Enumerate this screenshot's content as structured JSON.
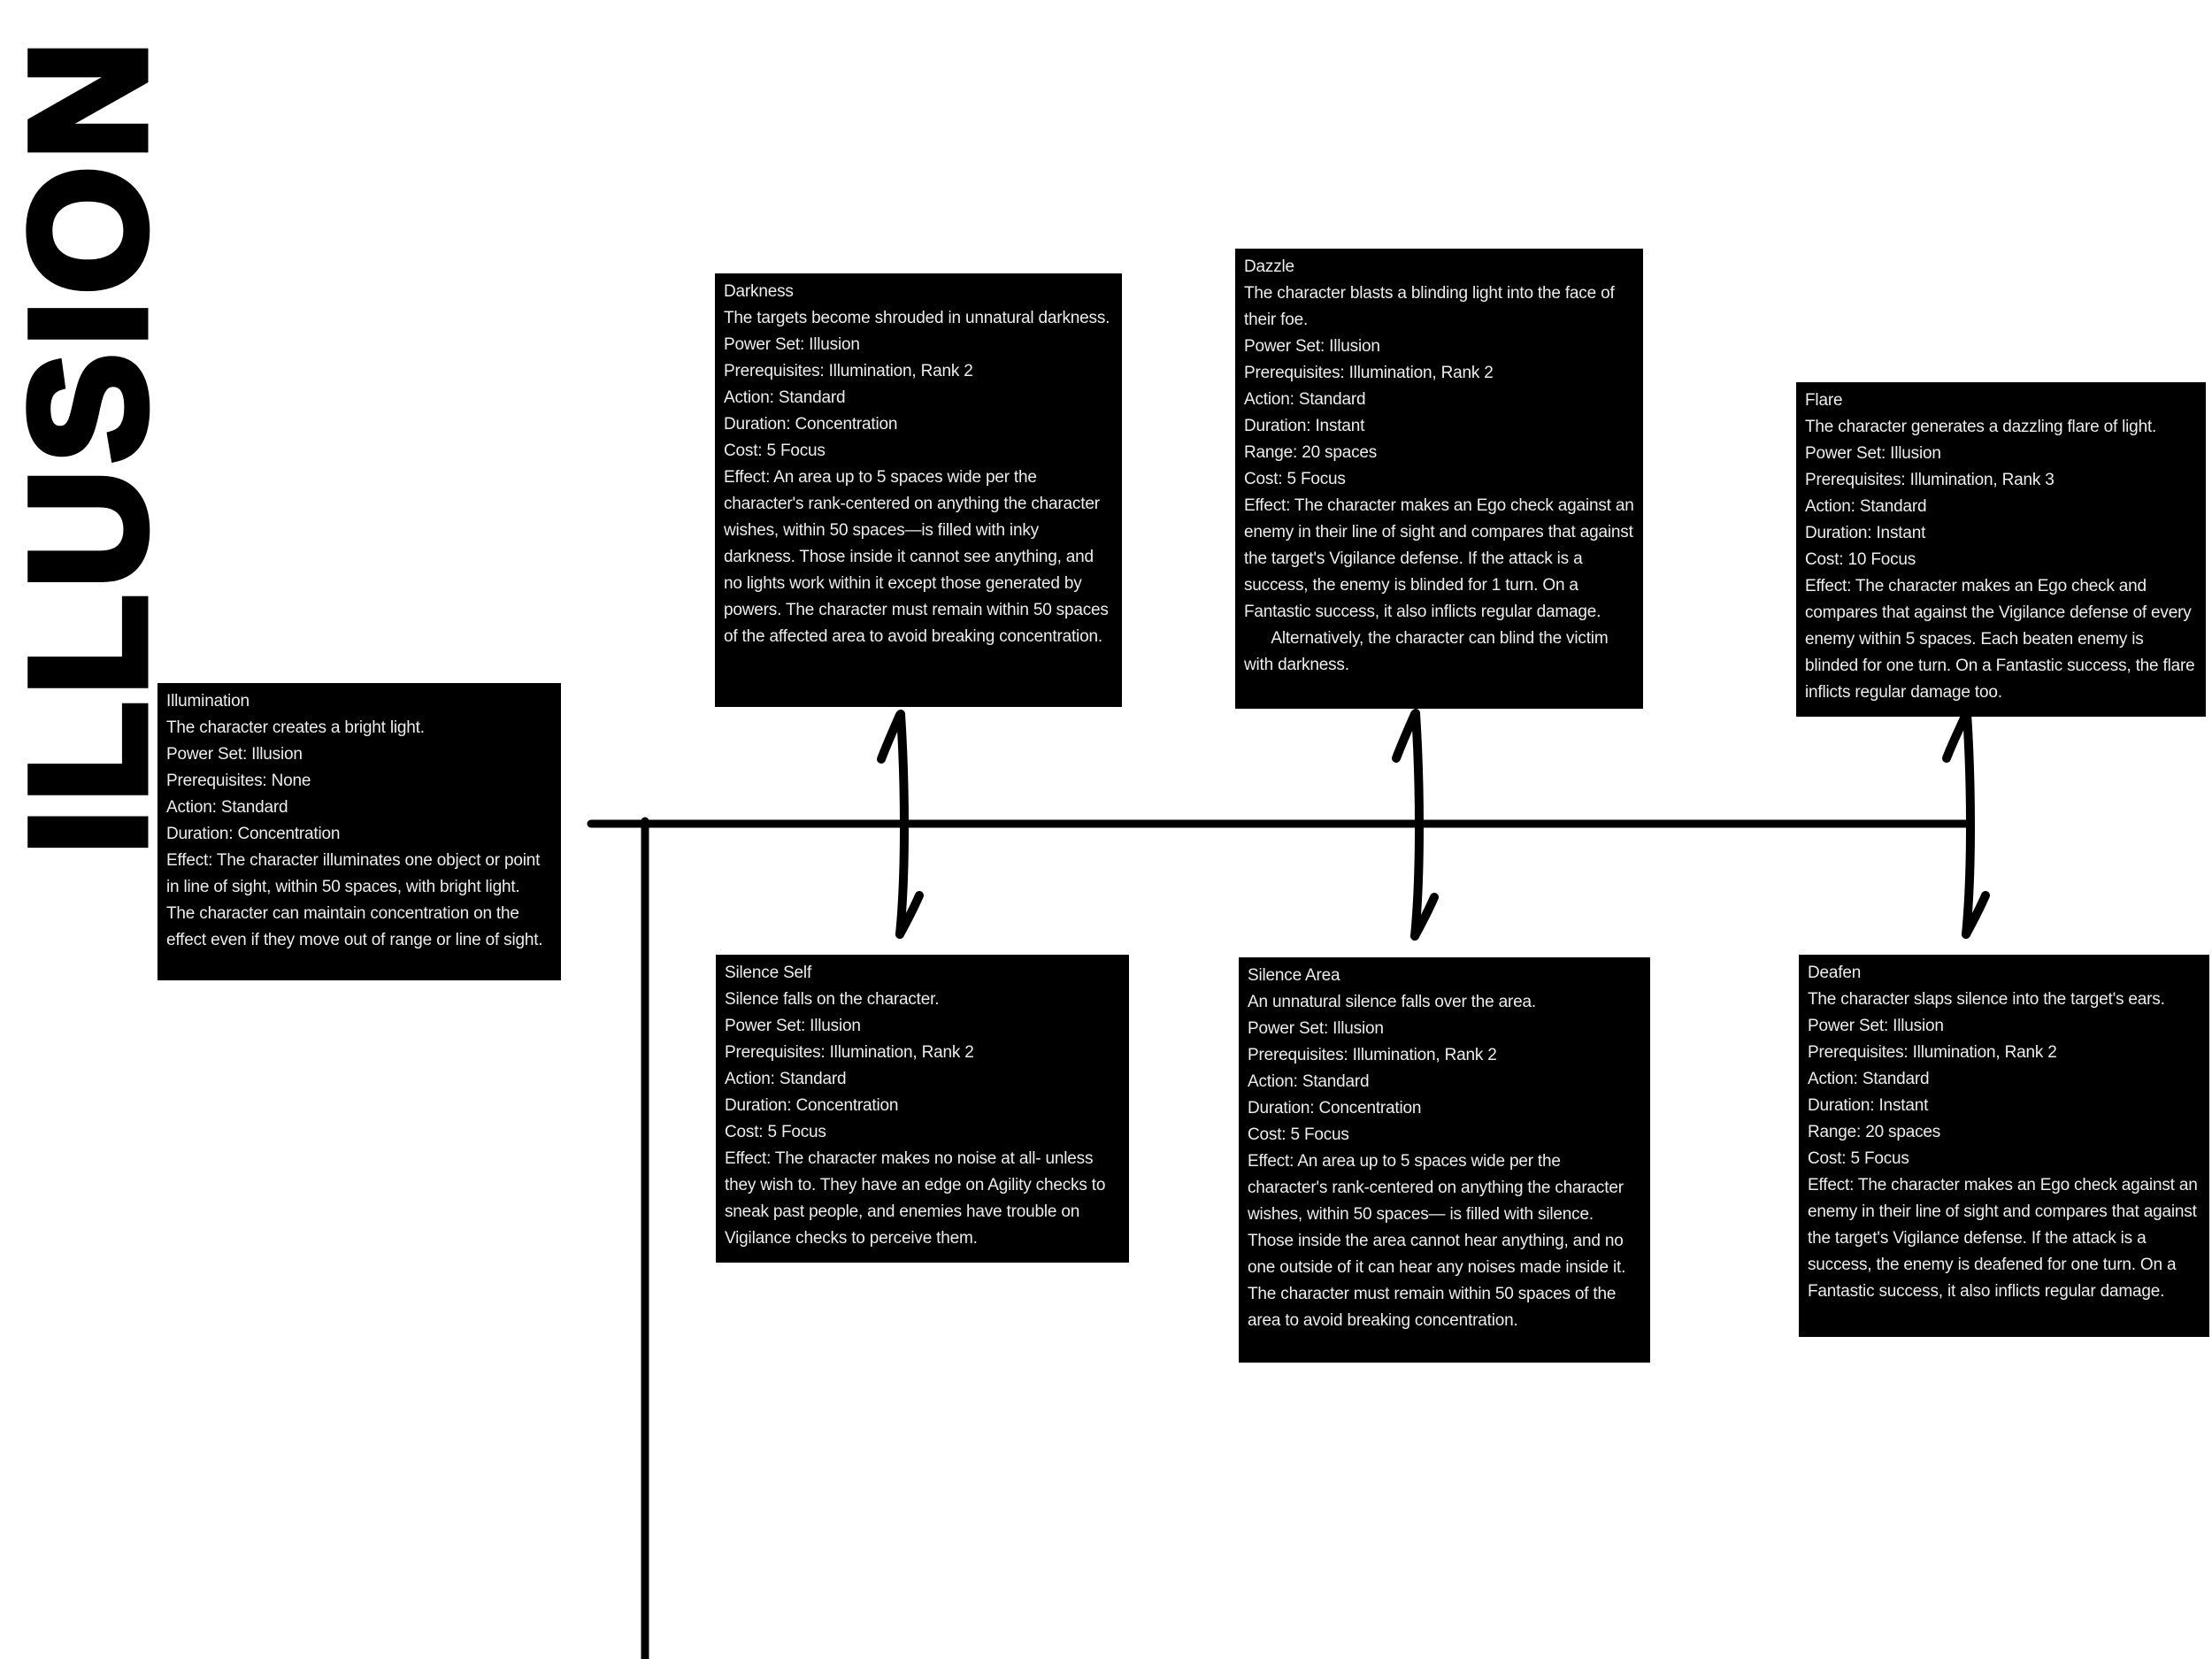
{
  "title": "ILLUSION",
  "colors": {
    "background": "#ffffff",
    "card_background": "#000000",
    "card_text": "#ededed",
    "connector_line": "#000000",
    "title_text": "#000000"
  },
  "cards": [
    {
      "id": "illumination",
      "title": "Illumination",
      "description": "The character creates a bright light.",
      "stats": [
        "Power Set: Illusion",
        "Prerequisites: None",
        "Action: Standard",
        "Duration: Concentration"
      ],
      "effect": "Effect: The character illuminates one object or point in line of sight, within 50 spaces, with bright light. The character can maintain concentration on the effect even if they move out of range or line of sight."
    },
    {
      "id": "darkness",
      "title": "Darkness",
      "description": "The targets become shrouded in unnatural darkness.",
      "stats": [
        "Power Set: Illusion",
        "Prerequisites: Illumination, Rank 2",
        "Action: Standard",
        "Duration: Concentration",
        "Cost: 5 Focus"
      ],
      "effect": "Effect: An area up to 5 spaces wide per the character's rank-centered on anything the character wishes, within 50 spaces—is filled with inky darkness. Those inside it cannot see anything, and no lights work within it except those generated by powers. The character must remain within 50 spaces of the affected area to avoid breaking concentration."
    },
    {
      "id": "dazzle",
      "title": "Dazzle",
      "description": "The character blasts a blinding light into the face of their foe.",
      "stats": [
        "Power Set: Illusion",
        "Prerequisites: Illumination, Rank 2",
        "Action: Standard",
        "Duration: Instant",
        "Range: 20 spaces",
        "Cost: 5 Focus"
      ],
      "effect": "Effect: The character makes an Ego check against an enemy in their line of sight and compares that against the target's Vigilance defense. If the attack is a success, the enemy is blinded for 1 turn. On a Fantastic success, it also inflicts regular damage.",
      "effect2": "Alternatively, the character can blind the victim with darkness."
    },
    {
      "id": "flare",
      "title": "Flare",
      "description": "The character generates a dazzling flare of light.",
      "stats": [
        "Power Set: Illusion",
        "Prerequisites: Illumination, Rank 3",
        "Action: Standard",
        "Duration: Instant",
        "Cost: 10 Focus"
      ],
      "effect": "Effect: The character makes an Ego check and compares that against the Vigilance defense of every enemy within 5 spaces. Each beaten enemy is blinded for one turn. On a Fantastic success, the flare inflicts regular damage too."
    },
    {
      "id": "silence-self",
      "title": "Silence Self",
      "description": "Silence falls on the character.",
      "stats": [
        "Power Set: Illusion",
        "Prerequisites: Illumination, Rank 2",
        "Action: Standard",
        "Duration: Concentration",
        "Cost: 5 Focus"
      ],
      "effect": "Effect: The character makes no noise at all- unless they wish to. They have an edge on Agility checks to sneak past people, and enemies have trouble on Vigilance checks to perceive them."
    },
    {
      "id": "silence-area",
      "title": "Silence Area",
      "description": "An unnatural silence falls over the area.",
      "stats": [
        "Power Set: Illusion",
        "Prerequisites: Illumination, Rank 2",
        "Action: Standard",
        "Duration: Concentration",
        "Cost: 5 Focus"
      ],
      "effect": "Effect: An area up to 5 spaces wide per the character's rank-centered on anything the character wishes, within 50 spaces— is filled with silence. Those inside the area cannot hear anything, and no one outside of it can hear any noises made inside it. The character must remain within 50 spaces of the area to avoid breaking concentration."
    },
    {
      "id": "deafen",
      "title": "Deafen",
      "description": "The character slaps silence into the target's ears.",
      "stats": [
        "Power Set: Illusion",
        "Prerequisites: Illumination, Rank 2",
        "Action: Standard",
        "Duration: Instant",
        "Range: 20 spaces",
        "Cost: 5 Focus"
      ],
      "effect": "Effect: The character makes an Ego check against an enemy in their line of sight and compares that against the target's Vigilance defense. If the attack is a success, the enemy is deafened for one turn. On a Fantastic success, it also inflicts regular damage."
    }
  ]
}
